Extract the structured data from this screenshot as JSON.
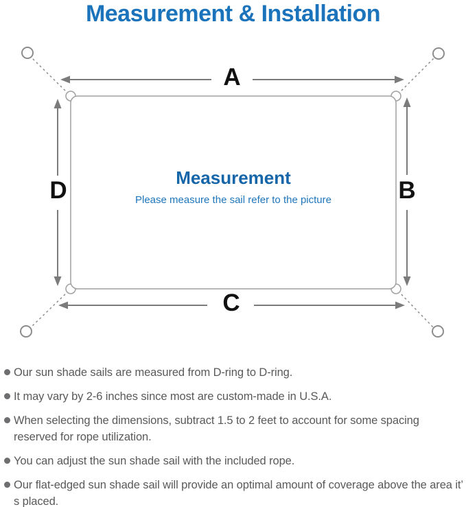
{
  "title": "Measurement & Installation",
  "diagram": {
    "label_top": "A",
    "label_right": "B",
    "label_bottom": "C",
    "label_left": "D",
    "center_heading": "Measurement",
    "center_subtitle": "Please measure the sail refer to the picture"
  },
  "notes": [
    "Our sun shade sails are measured from D-ring to D-ring.",
    "It may vary by 2-6 inches since most are custom-made in U.S.A.",
    "When selecting the dimensions, subtract 1.5 to 2 feet to account for some spacing reserved for rope utilization.",
    "You can adjust the sun shade sail with the included rope.",
    "Our flat-edged sun shade sail will provide an optimal amount of coverage above the area it’ s placed."
  ],
  "colors": {
    "title_blue": "#1b74bb",
    "center_heading_blue": "#1565a9",
    "center_subtitle_blue": "#2076bb",
    "note_text": "#59595b",
    "diagram_gray": "#7b7b7b",
    "outline_gray": "#a0a0a0",
    "guide_gray": "#8c8c8c"
  }
}
